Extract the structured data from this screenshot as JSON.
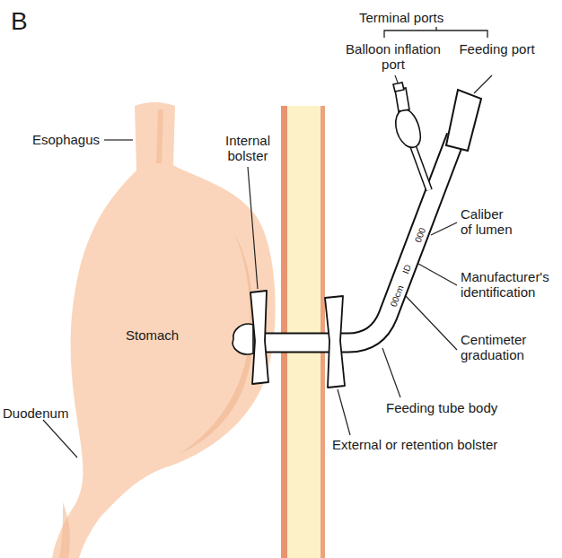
{
  "diagram": {
    "labels": [
      "B",
      "Terminal ports",
      "Balloon inflation port",
      "Feeding port",
      "Esophagus",
      "Internal bolster",
      "Caliber of lumen",
      "Manufacturer's identification",
      "Stomach",
      "Centimeter graduation",
      "Duodenum",
      "Feeding tube body",
      "External or retention bolster",
      "000",
      "ID",
      "00cm"
    ]
  }
}
